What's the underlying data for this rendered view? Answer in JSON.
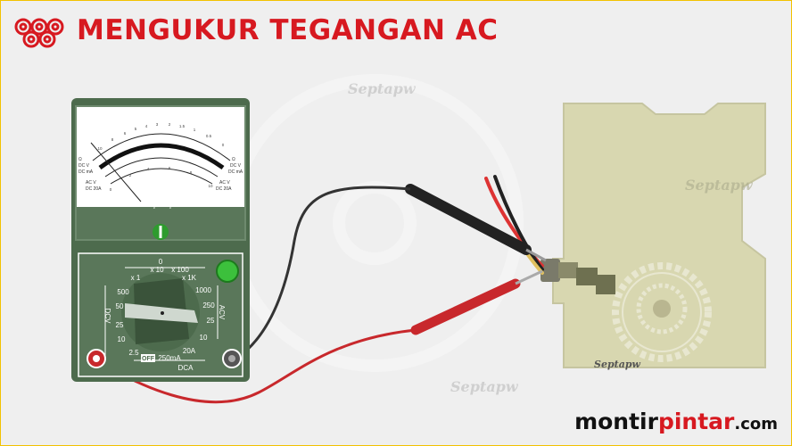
{
  "title": "MENGUKUR TEGANGAN AC",
  "brand": {
    "part1": "montir",
    "part2": "pintar",
    "part3": ".com"
  },
  "watermark": "Septapw",
  "meter": {
    "scale_labels_left": [
      "Ω",
      "DC V",
      "DC mA",
      "AC V",
      "DC 20A"
    ],
    "scale_labels_right": [
      "Ω",
      "DC V",
      "DC mA",
      "AC V",
      "DC 20A"
    ],
    "scale_ticks_top": [
      "10",
      "8",
      "6",
      "5",
      "4",
      "3",
      "2",
      "1.5",
      "1",
      "0.5",
      "0"
    ],
    "scale_ticks_mid": [
      "0",
      "2",
      "4",
      "6",
      "8",
      "10"
    ],
    "range_zero": "0",
    "range_x10": "x 10",
    "range_x100": "x 100",
    "range_x1": "x 1",
    "range_x1k": "x 1K",
    "dcv_label": "DCV",
    "acv_label": "ACV",
    "dcv_values": [
      "500",
      "50",
      "25",
      "10",
      "2.5"
    ],
    "acv_values": [
      "1000",
      "250",
      "25",
      "10"
    ],
    "off_label": "OFF",
    "ma_label": "250mA",
    "a20_label": "20A",
    "dca_label": "DCA"
  },
  "colors": {
    "title_red": "#d71920",
    "meter_green": "#4d6b4d",
    "probe_red": "#c8282c",
    "component_tan": "#d8d7b0"
  }
}
